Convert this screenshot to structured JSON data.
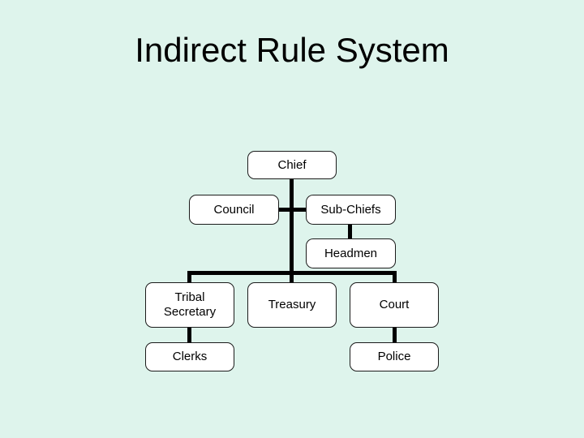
{
  "slide": {
    "title": "Indirect Rule System",
    "background_color": "#def4ec",
    "box_fill_color": "#ffffff",
    "box_border_color": "#1b1b1b",
    "connector_color": "#000000",
    "text_color": "#000000"
  },
  "chart_data": {
    "type": "diagram",
    "title": "Indirect Rule System",
    "subtype": "organization-chart",
    "nodes": [
      {
        "id": "chief",
        "label": "Chief",
        "level": 0
      },
      {
        "id": "council",
        "label": "Council",
        "level": 1
      },
      {
        "id": "sub_chiefs",
        "label": "Sub-Chiefs",
        "level": 1
      },
      {
        "id": "headmen",
        "label": "Headmen",
        "level": 2
      },
      {
        "id": "tribal_secretary",
        "label": "Tribal\nSecretary",
        "level": 3
      },
      {
        "id": "treasury",
        "label": "Treasury",
        "level": 3
      },
      {
        "id": "court",
        "label": "Court",
        "level": 3
      },
      {
        "id": "clerks",
        "label": "Clerks",
        "level": 4
      },
      {
        "id": "police",
        "label": "Police",
        "level": 4
      }
    ],
    "edges": [
      {
        "from": "chief",
        "to": "council"
      },
      {
        "from": "chief",
        "to": "sub_chiefs"
      },
      {
        "from": "sub_chiefs",
        "to": "headmen"
      },
      {
        "from": "chief",
        "to": "tribal_secretary"
      },
      {
        "from": "chief",
        "to": "treasury"
      },
      {
        "from": "chief",
        "to": "court"
      },
      {
        "from": "tribal_secretary",
        "to": "clerks"
      },
      {
        "from": "court",
        "to": "police"
      }
    ]
  }
}
